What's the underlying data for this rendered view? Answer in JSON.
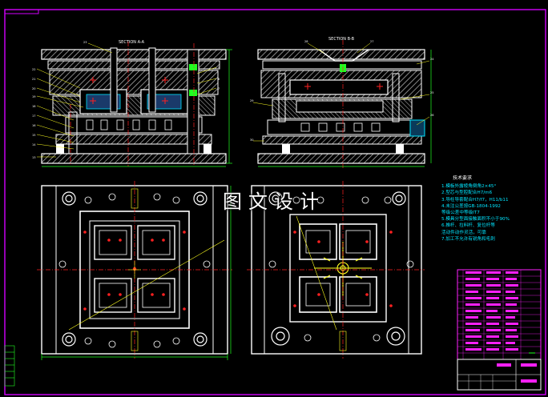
{
  "drawing": {
    "section_a_title": "SECTION A-A",
    "section_b_title": "SECTION B-B",
    "watermark": "图文设计",
    "tech_requirements": {
      "title": "技术要求",
      "items": [
        "1.模板外露棱角倒角2×45°",
        "2.型芯与型腔配合H7/m6",
        "3.导柱导套配合H7/f7，H11/b11",
        "4.未注公差按GB-1804-1992",
        "  等级公差中等级IT7",
        "5.模具分型面接触面积不小于90%",
        "6.推杆、拉料杆、复位杆等",
        "  活动件动作灵活，可靠",
        "7.加工不允许有锐角和毛刺"
      ]
    },
    "colors": {
      "border": "#d400ff",
      "outline": "#ffffff",
      "centerline": "#ff2020",
      "dimension": "#20ff20",
      "leader": "#ffff20",
      "hatch": "#c8c8c8",
      "notes": "#00e5ff",
      "titleblock": "#ff20ff"
    }
  }
}
